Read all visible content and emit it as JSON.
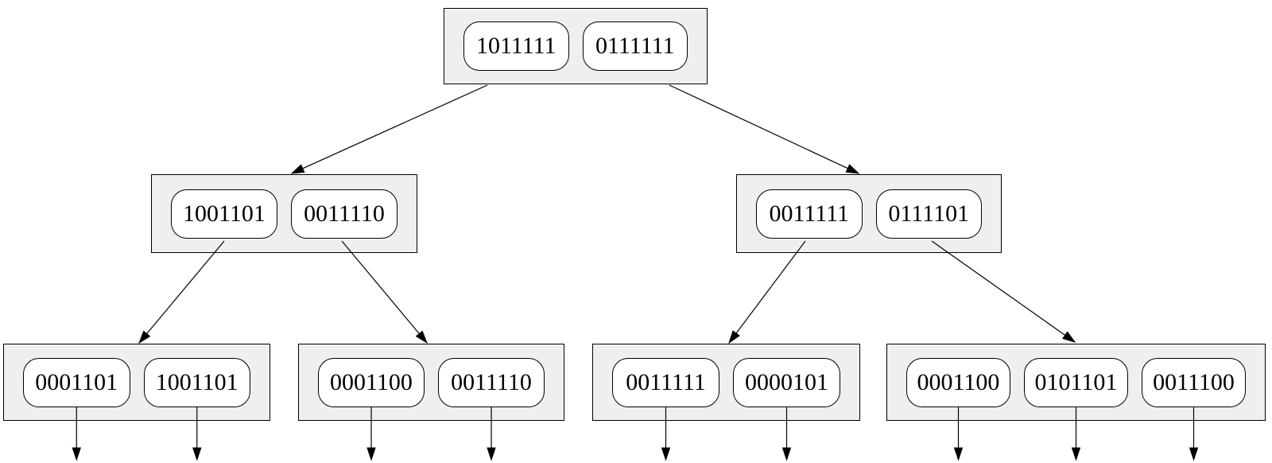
{
  "diagram": {
    "type": "b-tree",
    "background": "#ffffff",
    "node_fill": "#efefef",
    "cell_fill": "#ffffff",
    "line_color": "#000000",
    "text_color": "#000000",
    "nodes": [
      {
        "id": "root",
        "level": 0,
        "keys": [
          "1011111",
          "0111111"
        ]
      },
      {
        "id": "internal-left",
        "level": 1,
        "keys": [
          "1001101",
          "0011110"
        ]
      },
      {
        "id": "internal-right",
        "level": 1,
        "keys": [
          "0011111",
          "0111101"
        ]
      },
      {
        "id": "leaf-1",
        "level": 2,
        "keys": [
          "0001101",
          "1001101"
        ],
        "record_pointers": true
      },
      {
        "id": "leaf-2",
        "level": 2,
        "keys": [
          "0001100",
          "0011110"
        ],
        "record_pointers": true
      },
      {
        "id": "leaf-3",
        "level": 2,
        "keys": [
          "0011111",
          "0000101"
        ],
        "record_pointers": true
      },
      {
        "id": "leaf-4",
        "level": 2,
        "keys": [
          "0001100",
          "0101101",
          "0011100"
        ],
        "record_pointers": true
      }
    ],
    "edges": [
      {
        "from": "root",
        "from_key": 0,
        "to": "internal-left"
      },
      {
        "from": "root",
        "from_key": 1,
        "to": "internal-right"
      },
      {
        "from": "internal-left",
        "from_key": 0,
        "to": "leaf-1"
      },
      {
        "from": "internal-left",
        "from_key": 1,
        "to": "leaf-2"
      },
      {
        "from": "internal-right",
        "from_key": 0,
        "to": "leaf-3"
      },
      {
        "from": "internal-right",
        "from_key": 1,
        "to": "leaf-4"
      }
    ]
  }
}
